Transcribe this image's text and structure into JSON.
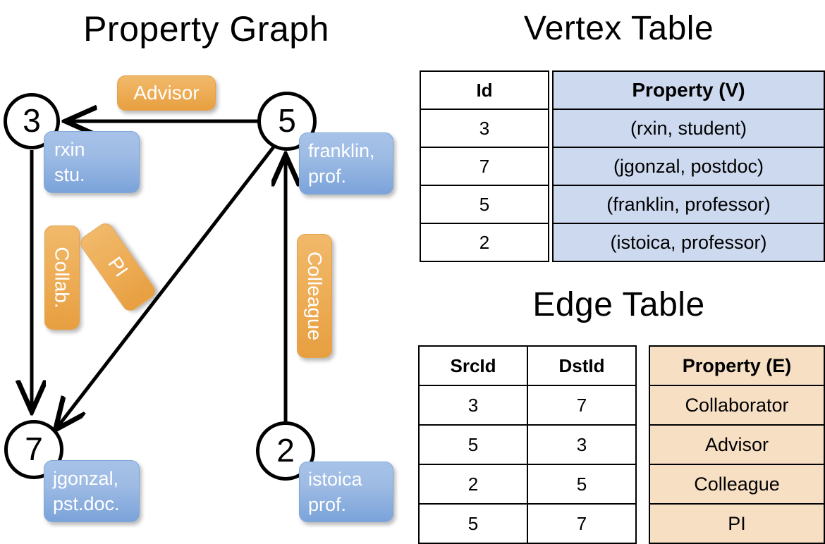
{
  "titles": {
    "property_graph": "Property Graph",
    "vertex_table": "Vertex Table",
    "edge_table": "Edge Table"
  },
  "colors": {
    "vertex_property_fill": "#ccd9ef",
    "edge_property_fill": "#f7dfc4",
    "vertex_chip": "#7ba3da",
    "edge_chip": "#e79f40",
    "stroke": "#000000",
    "background": "#ffffff"
  },
  "graph": {
    "nodes": [
      {
        "id": "3",
        "property_chip": "rxin\nstu."
      },
      {
        "id": "5",
        "property_chip": "franklin,\nprof."
      },
      {
        "id": "7",
        "property_chip": "jgonzal,\npst.doc."
      },
      {
        "id": "2",
        "property_chip": "istoica\nprof."
      }
    ],
    "edges": [
      {
        "src": "5",
        "dst": "3",
        "label": "Advisor"
      },
      {
        "src": "3",
        "dst": "7",
        "label": "Collab."
      },
      {
        "src": "5",
        "dst": "7",
        "label": "PI"
      },
      {
        "src": "2",
        "dst": "5",
        "label": "Colleague"
      }
    ]
  },
  "vertex_table": {
    "headers": [
      "Id",
      "Property (V)"
    ],
    "rows": [
      [
        "3",
        "(rxin, student)"
      ],
      [
        "7",
        "(jgonzal, postdoc)"
      ],
      [
        "5",
        "(franklin, professor)"
      ],
      [
        "2",
        "(istoica, professor)"
      ]
    ]
  },
  "edge_table": {
    "headers": [
      "SrcId",
      "DstId",
      "Property (E)"
    ],
    "rows": [
      [
        "3",
        "7",
        "Collaborator"
      ],
      [
        "5",
        "3",
        "Advisor"
      ],
      [
        "2",
        "5",
        "Colleague"
      ],
      [
        "5",
        "7",
        "PI"
      ]
    ]
  }
}
